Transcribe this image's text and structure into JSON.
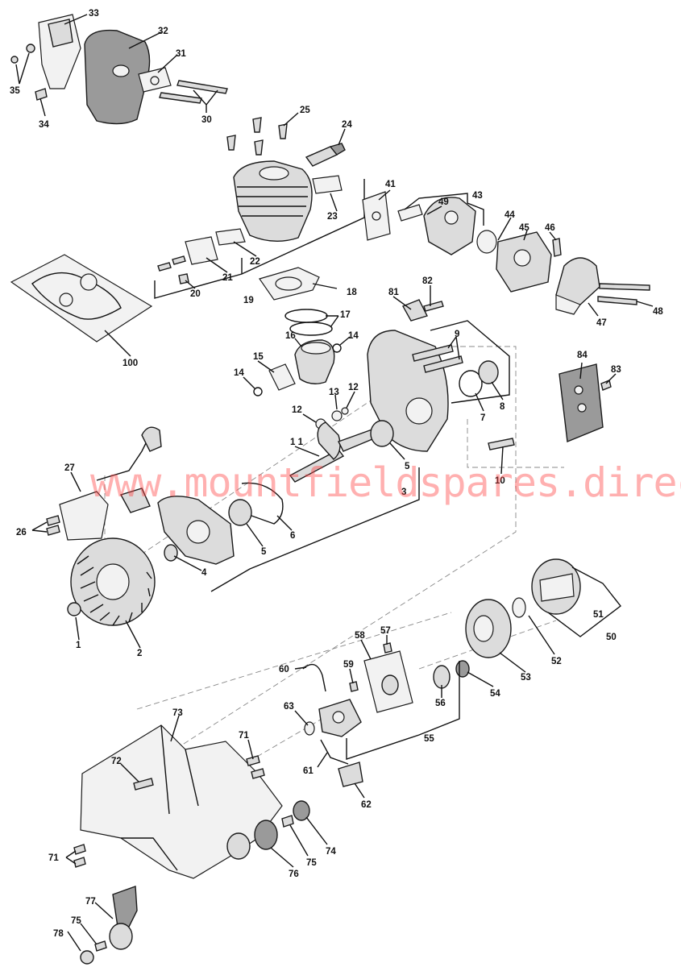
{
  "watermark": "www.mountfieldspares.direct",
  "labels": [
    {
      "id": "l33",
      "text": "33"
    },
    {
      "id": "l32",
      "text": "32"
    },
    {
      "id": "l31",
      "text": "31"
    },
    {
      "id": "l35",
      "text": "35"
    },
    {
      "id": "l34",
      "text": "34"
    },
    {
      "id": "l30",
      "text": "30"
    },
    {
      "id": "l25",
      "text": "25"
    },
    {
      "id": "l24",
      "text": "24"
    },
    {
      "id": "l41",
      "text": "41"
    },
    {
      "id": "l43",
      "text": "43"
    },
    {
      "id": "l49",
      "text": "49"
    },
    {
      "id": "l23",
      "text": "23"
    },
    {
      "id": "l44",
      "text": "44"
    },
    {
      "id": "l45",
      "text": "45"
    },
    {
      "id": "l46",
      "text": "46"
    },
    {
      "id": "l22",
      "text": "22"
    },
    {
      "id": "l21",
      "text": "21"
    },
    {
      "id": "l20",
      "text": "20"
    },
    {
      "id": "l19",
      "text": "19"
    },
    {
      "id": "l18",
      "text": "18"
    },
    {
      "id": "l82",
      "text": "82"
    },
    {
      "id": "l81",
      "text": "81"
    },
    {
      "id": "l48",
      "text": "48"
    },
    {
      "id": "l47",
      "text": "47"
    },
    {
      "id": "l17",
      "text": "17"
    },
    {
      "id": "l100",
      "text": "100"
    },
    {
      "id": "l16",
      "text": "16"
    },
    {
      "id": "l14a",
      "text": "14"
    },
    {
      "id": "l9",
      "text": "9"
    },
    {
      "id": "l15",
      "text": "15"
    },
    {
      "id": "l14b",
      "text": "14"
    },
    {
      "id": "l84",
      "text": "84"
    },
    {
      "id": "l83",
      "text": "83"
    },
    {
      "id": "l13",
      "text": "13"
    },
    {
      "id": "l12a",
      "text": "12"
    },
    {
      "id": "l7",
      "text": "7"
    },
    {
      "id": "l8",
      "text": "8"
    },
    {
      "id": "l12b",
      "text": "12"
    },
    {
      "id": "l11",
      "text": "1 1"
    },
    {
      "id": "l5a",
      "text": "5"
    },
    {
      "id": "l27",
      "text": "27"
    },
    {
      "id": "l10",
      "text": "10"
    },
    {
      "id": "l3",
      "text": "3"
    },
    {
      "id": "l26",
      "text": "26"
    },
    {
      "id": "l6",
      "text": "6"
    },
    {
      "id": "l5b",
      "text": "5"
    },
    {
      "id": "l4",
      "text": "4"
    },
    {
      "id": "l51",
      "text": "51"
    },
    {
      "id": "l50",
      "text": "50"
    },
    {
      "id": "l1",
      "text": "1"
    },
    {
      "id": "l2",
      "text": "2"
    },
    {
      "id": "l58",
      "text": "58"
    },
    {
      "id": "l57",
      "text": "57"
    },
    {
      "id": "l52",
      "text": "52"
    },
    {
      "id": "l59",
      "text": "59"
    },
    {
      "id": "l60",
      "text": "60"
    },
    {
      "id": "l53",
      "text": "53"
    },
    {
      "id": "l54",
      "text": "54"
    },
    {
      "id": "l56",
      "text": "56"
    },
    {
      "id": "l63",
      "text": "63"
    },
    {
      "id": "l73",
      "text": "73"
    },
    {
      "id": "l55",
      "text": "55"
    },
    {
      "id": "l71a",
      "text": "71"
    },
    {
      "id": "l72",
      "text": "72"
    },
    {
      "id": "l61",
      "text": "61"
    },
    {
      "id": "l62",
      "text": "62"
    },
    {
      "id": "l74",
      "text": "74"
    },
    {
      "id": "l75a",
      "text": "75"
    },
    {
      "id": "l76",
      "text": "76"
    },
    {
      "id": "l71b",
      "text": "71"
    },
    {
      "id": "l77",
      "text": "77"
    },
    {
      "id": "l75b",
      "text": "75"
    },
    {
      "id": "l78",
      "text": "78"
    }
  ]
}
